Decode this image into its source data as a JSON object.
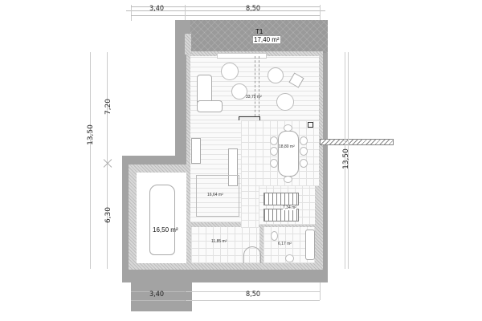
{
  "plan": {
    "terrace": {
      "label": "T1",
      "area": "17,40 m²"
    },
    "rooms": [
      {
        "name": "living-room",
        "area": "33,79 m²"
      },
      {
        "name": "dining-room",
        "area": "18,80 m²"
      },
      {
        "name": "kitchen",
        "area": "16,64 m²"
      },
      {
        "name": "staircase",
        "area": "7,34 m²"
      },
      {
        "name": "hall",
        "area": "11,85 m²"
      },
      {
        "name": "bathroom",
        "area": "6,17 m²"
      },
      {
        "name": "garage",
        "area": "16,50 m²"
      }
    ]
  },
  "dimensions": {
    "top": [
      "3,40",
      "8,50"
    ],
    "bottom": [
      "3,40",
      "8,50"
    ],
    "left_total": "13,50",
    "left_upper": "7,20",
    "left_lower": "6,30",
    "right_total": "13,50"
  },
  "colors": {
    "wall_fill": "#a3a3a3",
    "terrace_fill": "#9a9a9a",
    "line": "#c8c8c8"
  }
}
